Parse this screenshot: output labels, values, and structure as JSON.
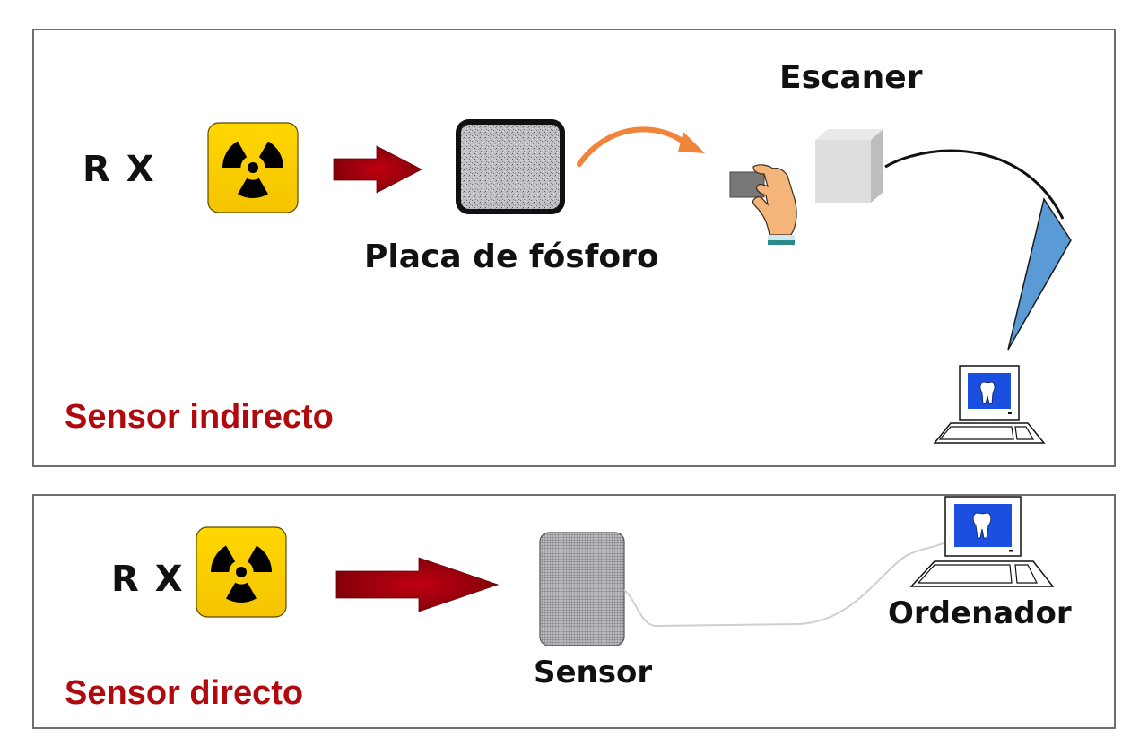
{
  "indirect": {
    "title": "Sensor indirecto",
    "source_label": "R X",
    "plate_label": "Placa de fósforo",
    "scanner_label": "Escaner",
    "icons": [
      "radiation-icon",
      "right-arrow-icon",
      "phosphor-plate-icon",
      "curved-arrow-icon",
      "hand-holding-plate-icon",
      "scanner-cube-icon",
      "cable-icon",
      "ray-beam-icon",
      "computer-icon"
    ]
  },
  "direct": {
    "title": "Sensor directo",
    "source_label": "R X",
    "sensor_label": "Sensor",
    "computer_label": "Ordenador",
    "icons": [
      "radiation-icon",
      "right-arrow-icon",
      "digital-sensor-icon",
      "cable-icon",
      "computer-icon"
    ]
  },
  "colors": {
    "title_red": "#b00a0f",
    "arrow_red": "#9a0a0a",
    "radiation_yellow": "#ffd200",
    "curved_arrow_orange": "#f0843a",
    "screen_blue": "#1a4fe0",
    "beam_blue": "#5b9bd5"
  }
}
